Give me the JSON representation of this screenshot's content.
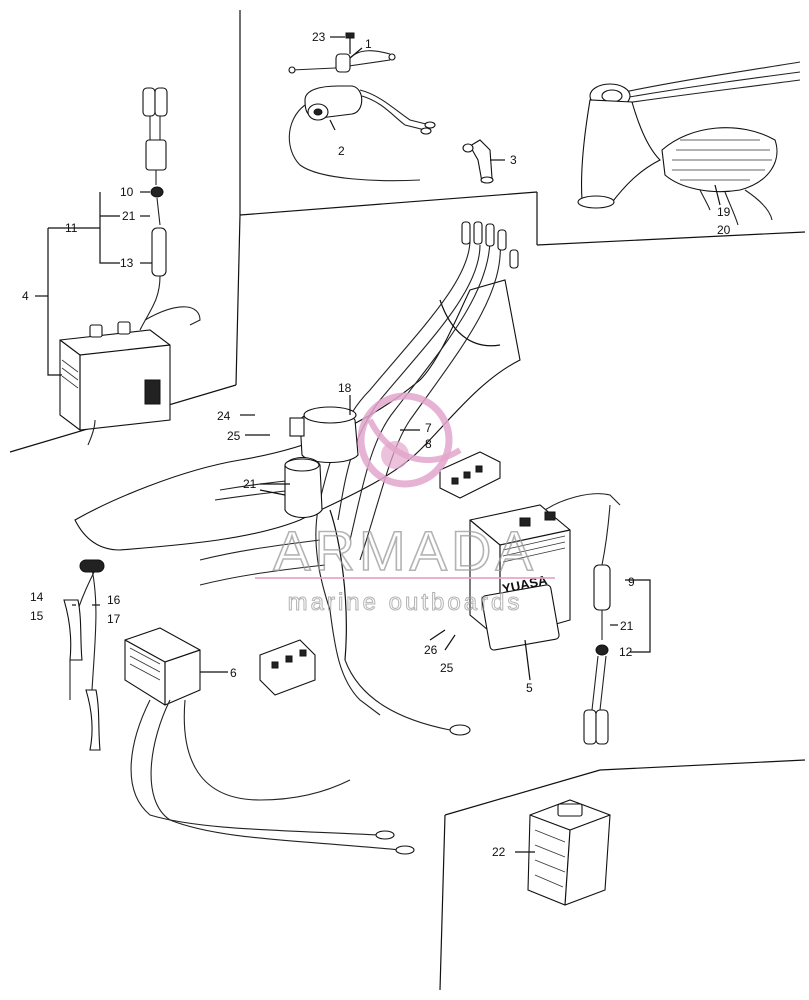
{
  "callouts": [
    {
      "id": "c1",
      "text": "1"
    },
    {
      "id": "c2",
      "text": "2"
    },
    {
      "id": "c3",
      "text": "3"
    },
    {
      "id": "c4",
      "text": "4"
    },
    {
      "id": "c5",
      "text": "5"
    },
    {
      "id": "c6",
      "text": "6"
    },
    {
      "id": "c7",
      "text": "7"
    },
    {
      "id": "c8",
      "text": "8"
    },
    {
      "id": "c9",
      "text": "9"
    },
    {
      "id": "c10",
      "text": "10"
    },
    {
      "id": "c11",
      "text": "11"
    },
    {
      "id": "c12",
      "text": "12"
    },
    {
      "id": "c13",
      "text": "13"
    },
    {
      "id": "c14",
      "text": "14"
    },
    {
      "id": "c15",
      "text": "15"
    },
    {
      "id": "c16",
      "text": "16"
    },
    {
      "id": "c17",
      "text": "17"
    },
    {
      "id": "c18",
      "text": "18"
    },
    {
      "id": "c19",
      "text": "19"
    },
    {
      "id": "c20",
      "text": "20"
    },
    {
      "id": "c21a",
      "text": "21"
    },
    {
      "id": "c21b",
      "text": "21"
    },
    {
      "id": "c22",
      "text": "22"
    },
    {
      "id": "c23",
      "text": "23"
    },
    {
      "id": "c24",
      "text": "24"
    },
    {
      "id": "c25a",
      "text": "25"
    },
    {
      "id": "c25b",
      "text": "25"
    },
    {
      "id": "c26a",
      "text": "26"
    },
    {
      "id": "c26b",
      "text": "26"
    }
  ],
  "watermark": {
    "brand": "ARMADA",
    "tagline": "marine outboards",
    "logo_color": "#e3a6cc",
    "text_color": "#9a9a9a"
  },
  "battery_brand": "YUASA"
}
